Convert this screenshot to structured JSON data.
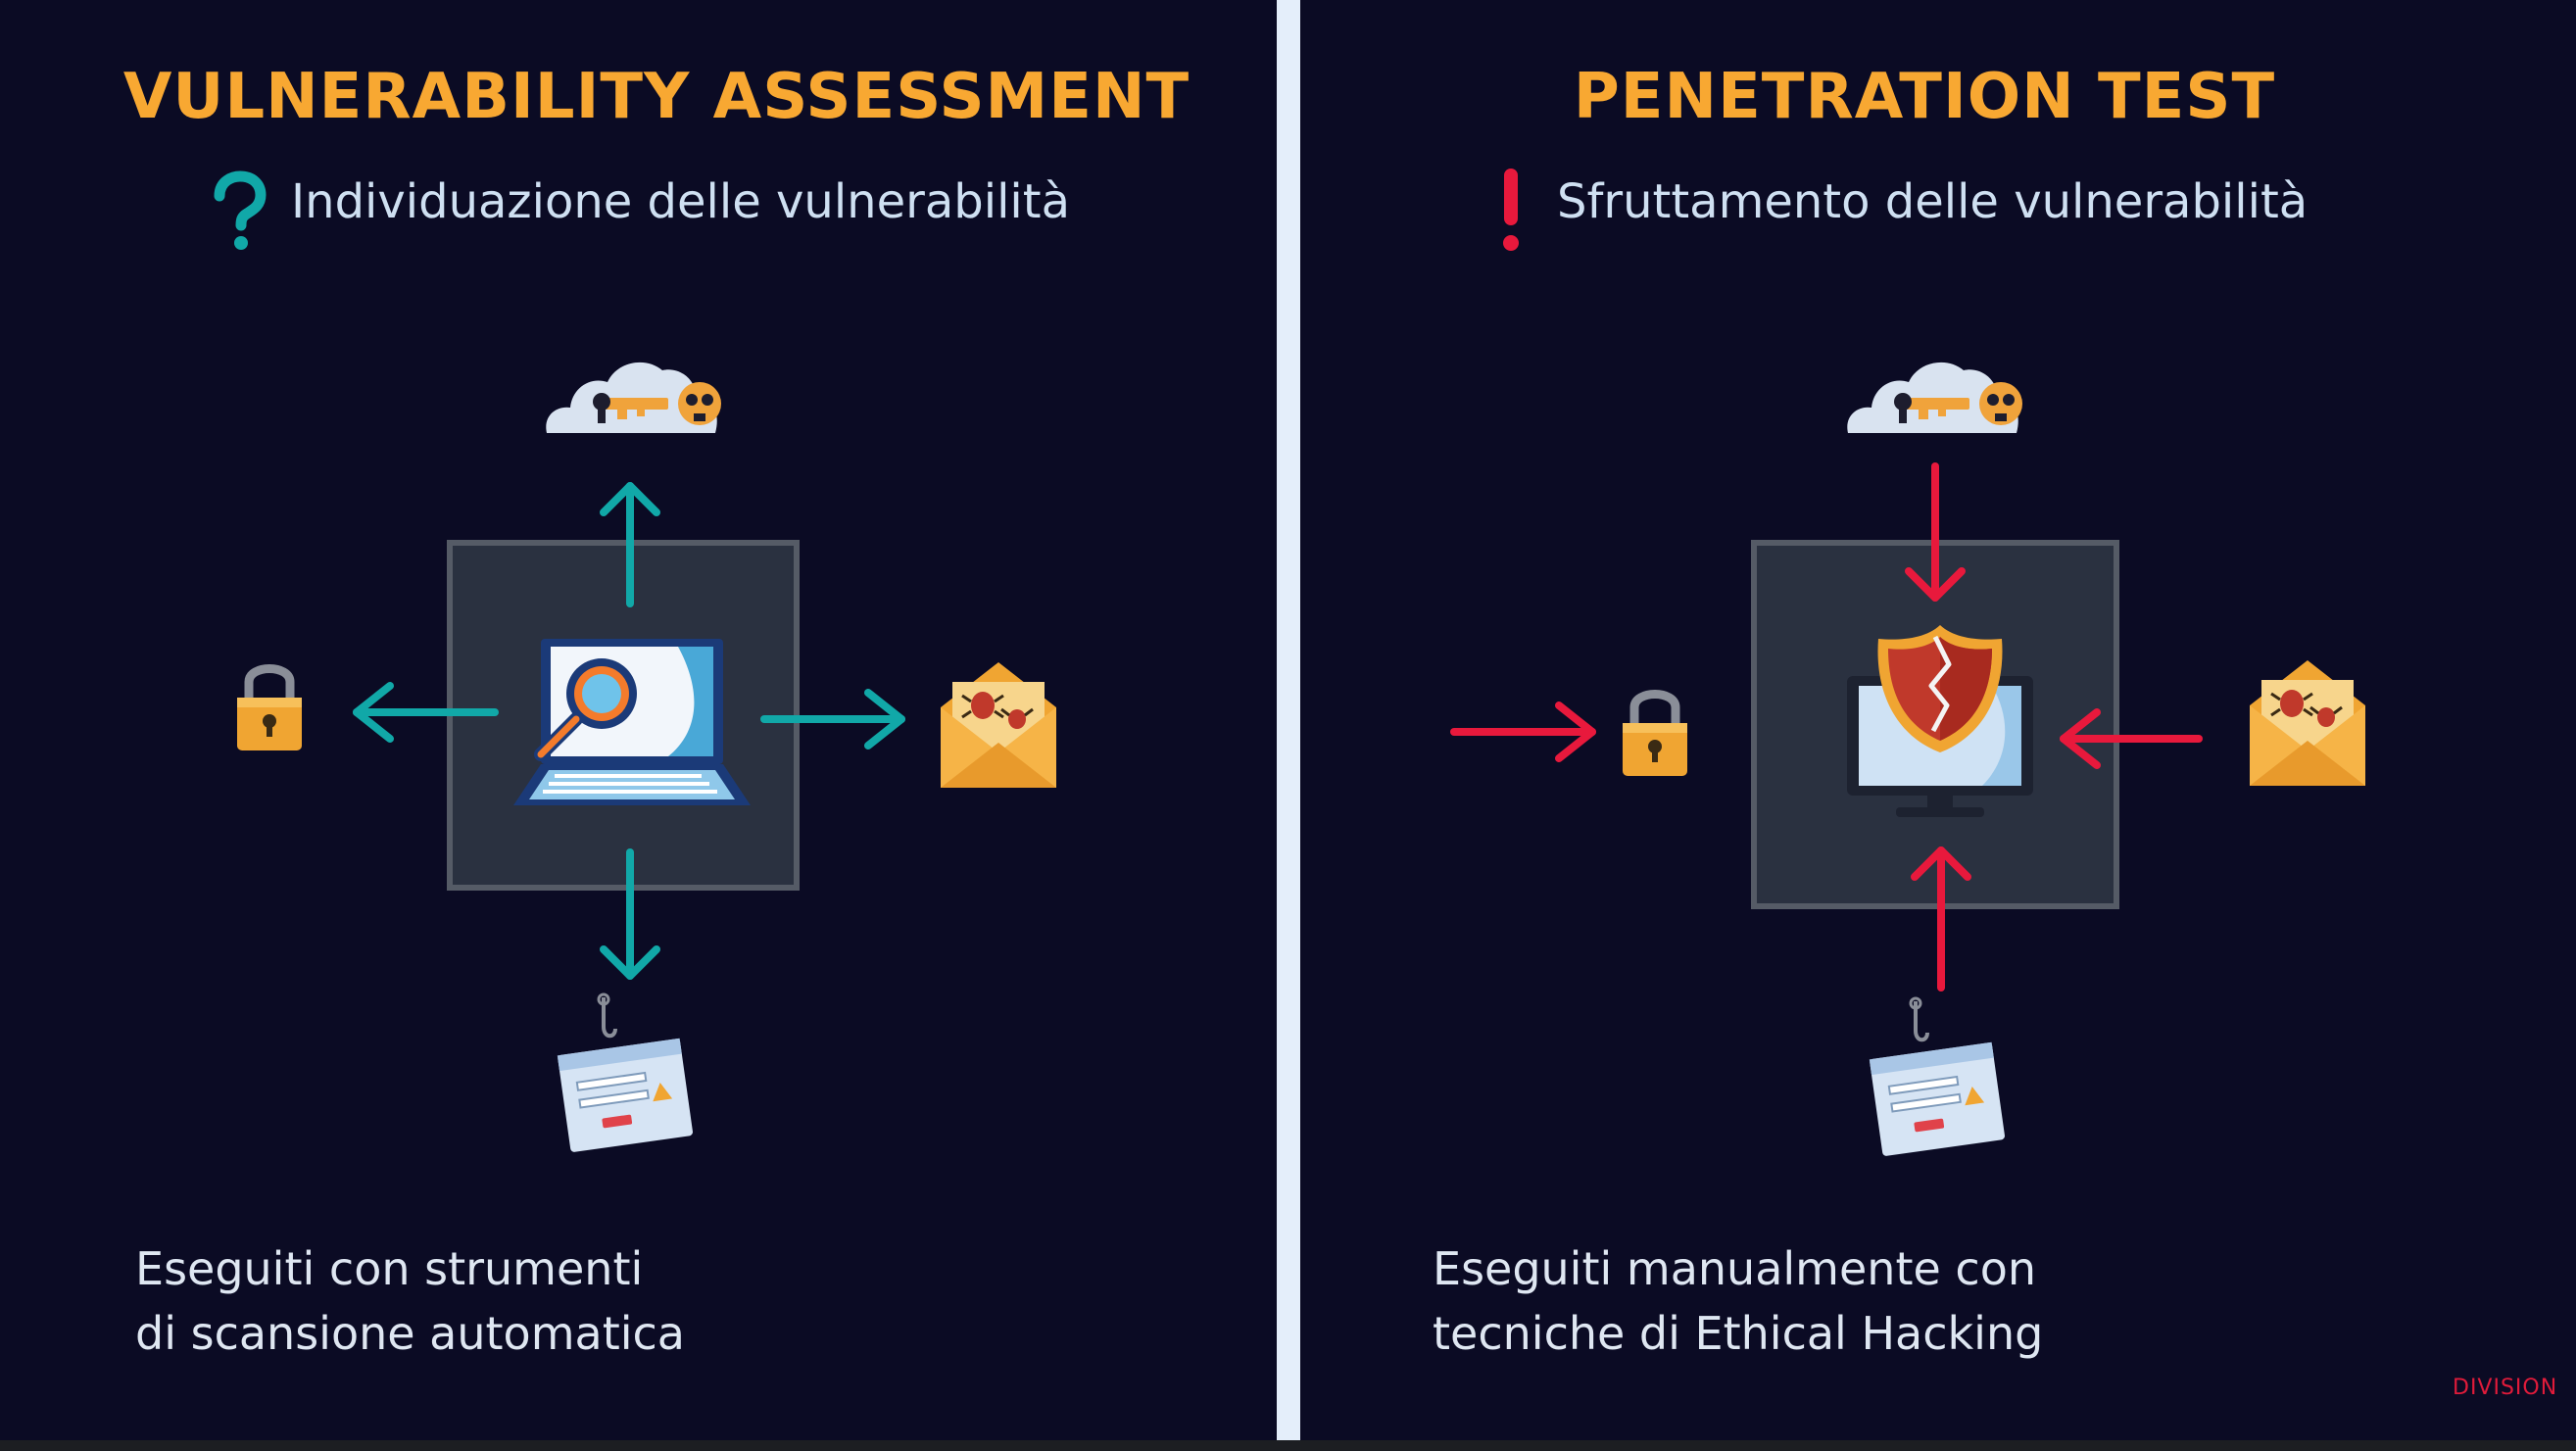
{
  "left_panel": {
    "title": "VULNERABILITY ASSESSMENT",
    "subtitle": "Individuazione delle vulnerabilità",
    "subtitle_icon": "question-mark-icon",
    "description_lines": [
      "Eseguiti con strumenti",
      "di scansione automatica"
    ],
    "center_icon": "laptop-magnifier-icon",
    "arrow_color": "#11a8a8",
    "arrow_direction": "outward"
  },
  "right_panel": {
    "title": "PENETRATION TEST",
    "subtitle": "Sfruttamento delle vulnerabilità",
    "subtitle_icon": "exclamation-mark-icon",
    "description_lines": [
      "Eseguiti manualmente con",
      "tecniche di Ethical Hacking"
    ],
    "center_icon": "monitor-broken-shield-icon",
    "arrow_color": "#e8193c",
    "arrow_direction": "inward"
  },
  "satellite_icons": [
    "cloud-key-skull-icon",
    "padlock-icon",
    "bug-envelope-icon",
    "phishing-login-icon"
  ],
  "colors": {
    "background": "#0b0b24",
    "title": "#f8a832",
    "divider": "#e4eefa",
    "center_box": "#2a3140"
  },
  "logo": {
    "text": "DIVISION"
  }
}
